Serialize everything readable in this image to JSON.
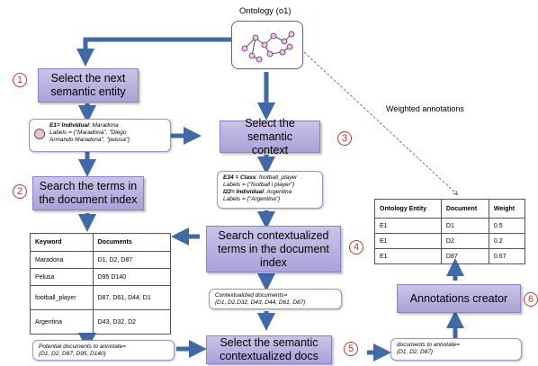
{
  "ontology": {
    "title": "Ontology (o1)"
  },
  "weighted_label": "Weighted annotations",
  "steps": [
    {
      "num": "1",
      "label": "Select the next semantic entity"
    },
    {
      "num": "2",
      "label": "Search the terms in the document index"
    },
    {
      "num": "3",
      "label": "Select the semantic context"
    },
    {
      "num": "4",
      "label": "Search contextualized terms in the document index"
    },
    {
      "num": "5",
      "label": "Select the semantic contextualized docs"
    },
    {
      "num": "6",
      "label": "Annotations creator"
    }
  ],
  "entity_note": {
    "line1_bold": "E1= Individual",
    "line1_rest": ": Maradona",
    "line2": "Labels = {\"Maradona\", \"Diego",
    "line3": "Armando Maradona\", \"pelusa\"}"
  },
  "context_note": {
    "l1b": "E34 = Class",
    "l1r": ": football_player",
    "l2": "Labels = {\"football l player\"}",
    "l3b": "I22= Individual",
    "l3r": ": Argentina",
    "l4": "Labels = {\"Argentina\"}"
  },
  "contextualized_note": {
    "l1": "Contextualized documents=",
    "l2": "{D1, D2,D32, D43, D44, D61, D87}"
  },
  "potential_note": {
    "l1": "Potential documents to annotate=",
    "l2": "{D1, D2, D87, D95, D140}"
  },
  "annotate_note": {
    "l1": "documents to annotate=",
    "l2": "{D1, D2, D87}"
  },
  "keyword_table": {
    "headers": [
      "Keyword",
      "Documents"
    ],
    "rows": [
      [
        "Maradona",
        "D1, D2, D87"
      ],
      [
        "Pelusa",
        "D95 D140"
      ],
      [
        "football_player",
        "D87, D61, D44, D1"
      ],
      [
        "Argentina",
        "D43, D32, D2"
      ]
    ]
  },
  "annotation_table": {
    "headers": [
      "Ontology Entity",
      "Document",
      "Weight"
    ],
    "rows": [
      [
        "E1",
        "D1",
        "0.5"
      ],
      [
        "E1",
        "D2",
        "0.2"
      ],
      [
        "E1",
        "D87",
        "0.67"
      ]
    ]
  },
  "colors": {
    "arrow": "#3f6aa8",
    "step": "#b3acdf",
    "number": "#c0392b"
  }
}
